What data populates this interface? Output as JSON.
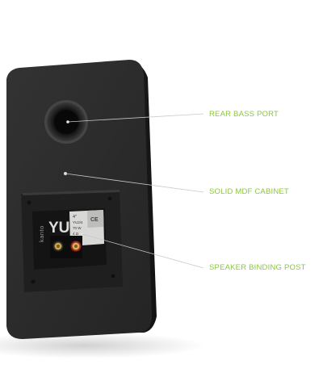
{
  "product": {
    "brand_mark": "kanto",
    "model_mark": "YU",
    "plate_spec_lines": [
      "4\"",
      "YU2/4",
      "70 W",
      "4 Ω"
    ],
    "plate_mark": "CE"
  },
  "callouts": [
    {
      "id": "rear-bass-port",
      "label": "REAR BASS PORT"
    },
    {
      "id": "solid-mdf-cabinet",
      "label": "SOLID MDF CABINET"
    },
    {
      "id": "speaker-binding-post",
      "label": "SPEAKER BINDING POST"
    }
  ],
  "colors": {
    "accent": "#8cc63f",
    "cabinet": "#2b2b2b",
    "cabinet_side": "#1a1a1a",
    "plate": "#d8d8d6",
    "leader_line": "#c8c8c8"
  }
}
